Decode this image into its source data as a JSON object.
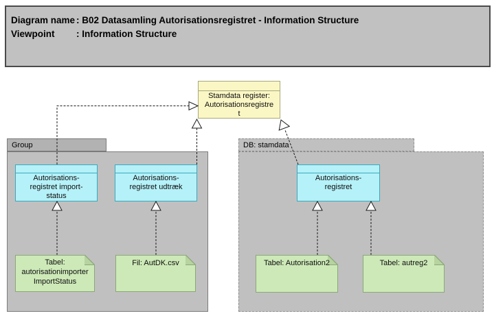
{
  "header": {
    "row1_label": "Diagram name",
    "row1_value": ": B02 Datasamling Autorisationsregistret - Information Structure",
    "row2_label": "Viewpoint",
    "row2_value": ": Information Structure"
  },
  "stamdata_register": {
    "label": "Stamdata register:\nAutorisationsregistre\nt"
  },
  "group": {
    "label": "Group",
    "import_status": {
      "label": "Autorisations-\nregistret import-\nstatus"
    },
    "udtraek": {
      "label": "Autorisations-\nregistret udtræk"
    },
    "note_import_status": {
      "label": "Tabel:\nautorisationimporter\nImportStatus"
    },
    "note_fil": {
      "label": "Fil: AutDK.csv"
    }
  },
  "db": {
    "label": "DB: stamdata",
    "autorisationsregistret": {
      "label": "Autorisations-\nregistret"
    },
    "note_autorisation2": {
      "label": "Tabel: Autorisation2"
    },
    "note_autreg2": {
      "label": "Tabel: autreg2"
    }
  },
  "connections": [
    {
      "from": "autorisationsregistret-import-status",
      "to": "stamdata-register",
      "type": "realization-dashed-hollow-triangle"
    },
    {
      "from": "autorisationsregistret-udtraek",
      "to": "stamdata-register",
      "type": "realization-dashed-hollow-triangle"
    },
    {
      "from": "autorisationsregistret-db",
      "to": "stamdata-register",
      "type": "realization-dashed-hollow-triangle"
    },
    {
      "from": "note-tabel-autorisationimporter-importstatus",
      "to": "autorisationsregistret-import-status",
      "type": "realization-dashed-hollow-triangle"
    },
    {
      "from": "note-fil-autdk-csv",
      "to": "autorisationsregistret-udtraek",
      "type": "realization-dashed-hollow-triangle"
    },
    {
      "from": "note-tabel-autorisation2",
      "to": "autorisationsregistret-db",
      "type": "realization-dashed-hollow-triangle"
    },
    {
      "from": "note-tabel-autreg2",
      "to": "autorisationsregistret-db",
      "type": "realization-dashed-hollow-triangle"
    }
  ],
  "colors": {
    "header_fill": "#c1c1c1",
    "header_border": "#4a4a4a",
    "container_fill": "#c0c0c0",
    "group_tab_fill": "#b2b2b2",
    "container_border": "#7a7a7a",
    "db_dashed_border": "#8c8c8c",
    "object_fill": "#b5f1f8",
    "object_border": "#38a9bf",
    "stamdata_fill": "#fbf7c5",
    "stamdata_border": "#a8a87c",
    "note_fill": "#cde9b8",
    "note_border": "#8aa876",
    "note_fold": "#b6d3a0",
    "wire": "#1a1a1a"
  }
}
